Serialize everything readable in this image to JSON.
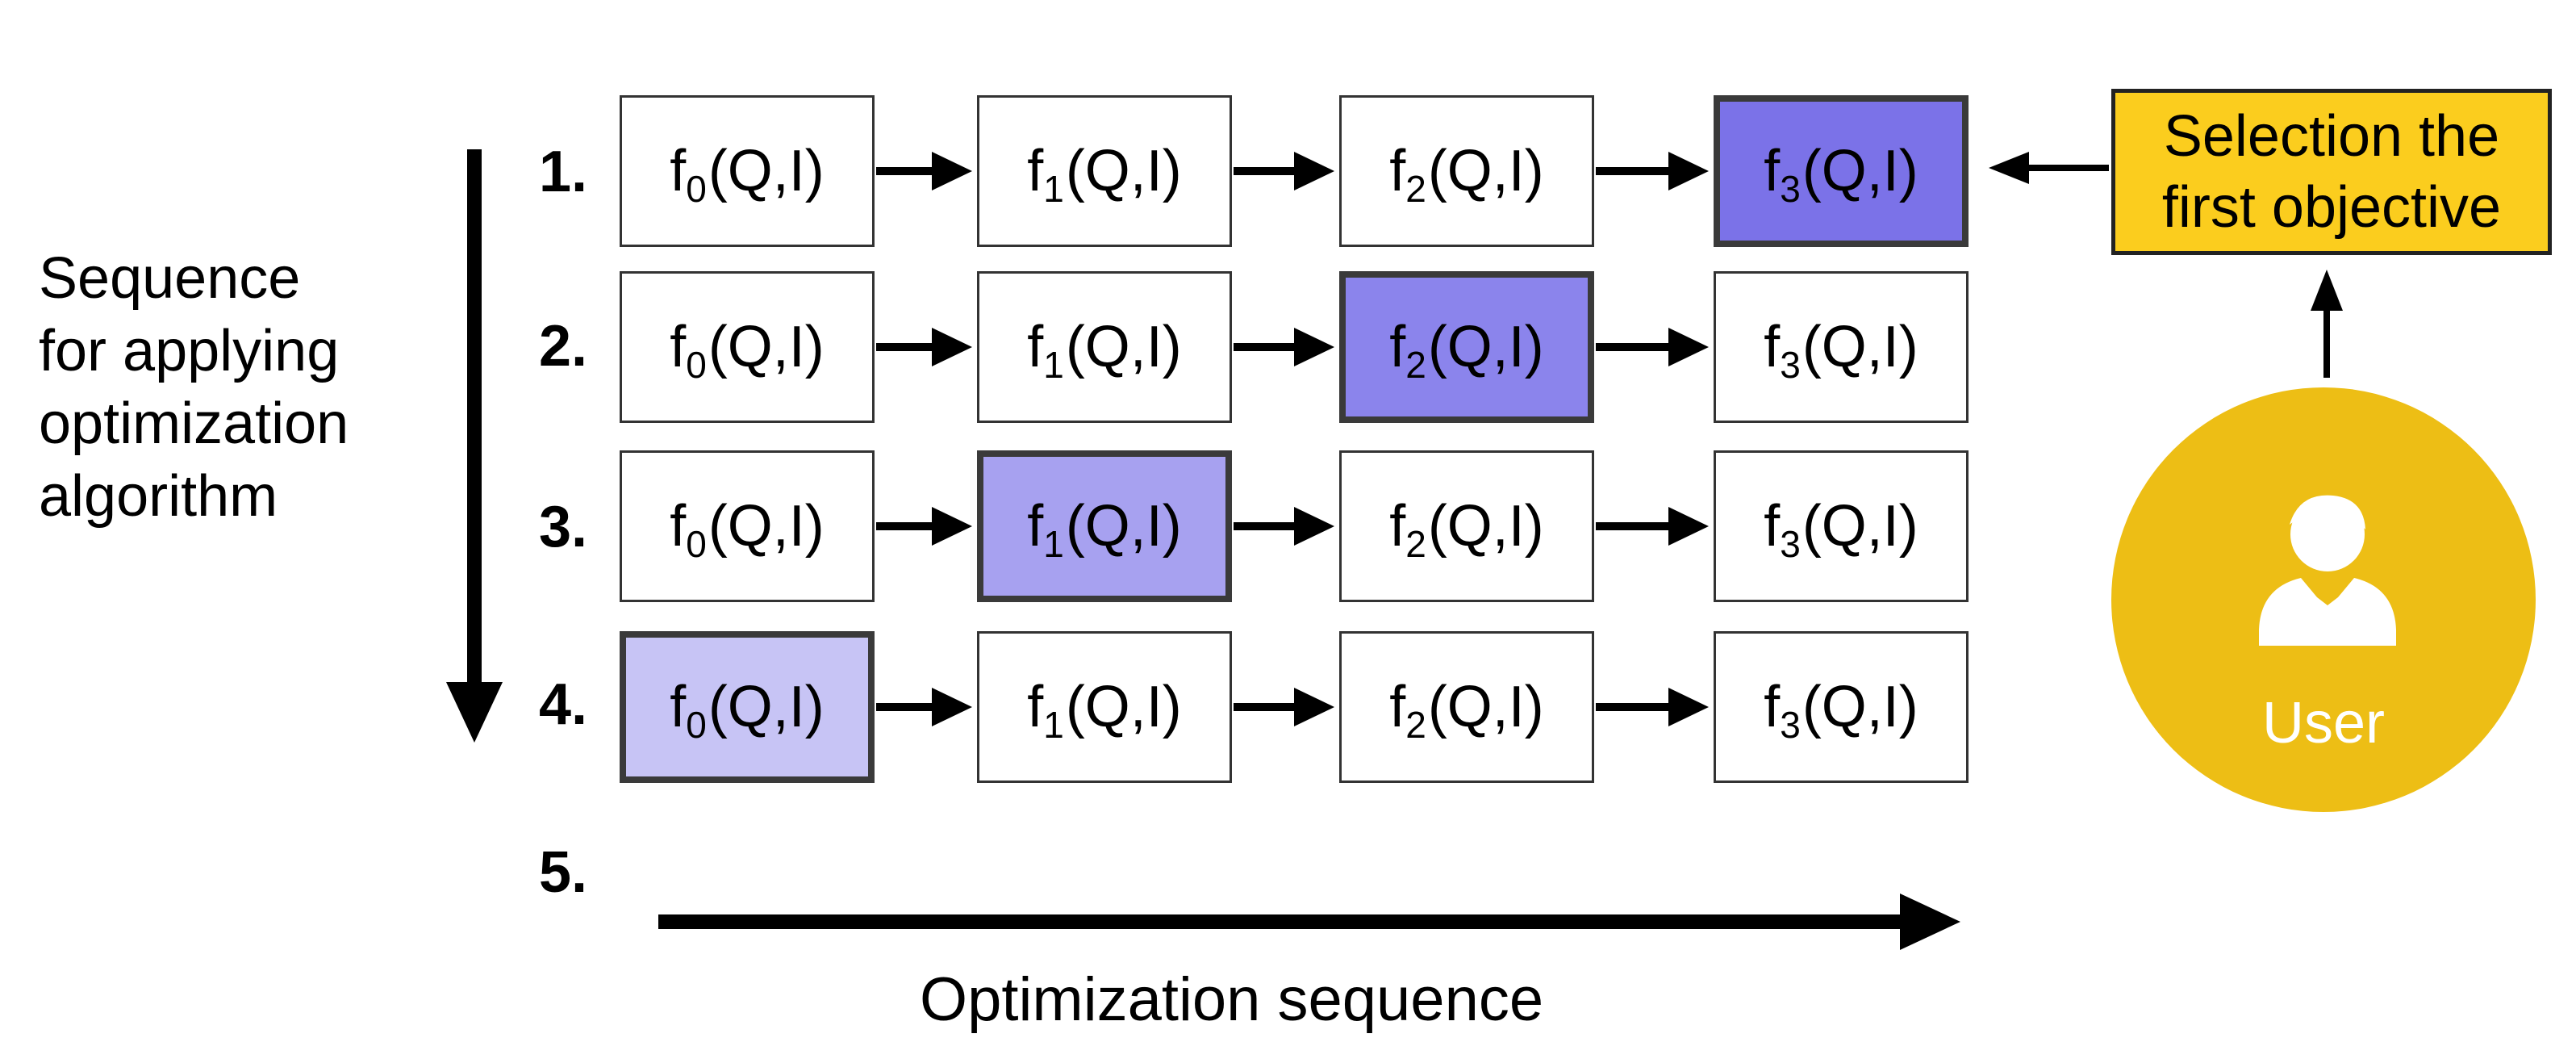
{
  "side_label": [
    "Sequence",
    "for applying",
    "optimization",
    "algorithm"
  ],
  "row_numbers": [
    "1.",
    "2.",
    "3.",
    "4.",
    "5."
  ],
  "function": {
    "name": "f",
    "args": "(Q,I)",
    "subscripts": [
      "0",
      "1",
      "2",
      "3"
    ]
  },
  "selected_per_row": [
    3,
    2,
    1,
    0
  ],
  "colors": {
    "selected_row_1": "#7b72e8",
    "selected_row_2": "#8b84ec",
    "selected_row_3": "#a7a1f0",
    "selected_row_4": "#c7c4f5",
    "selection_box": "#fbcd1e",
    "user_circle": "#edbe15"
  },
  "selection_box": {
    "line1": "Selection the",
    "line2": "first objective"
  },
  "user": {
    "icon": "user-icon",
    "label": "User"
  },
  "axis_label": "Optimization sequence"
}
